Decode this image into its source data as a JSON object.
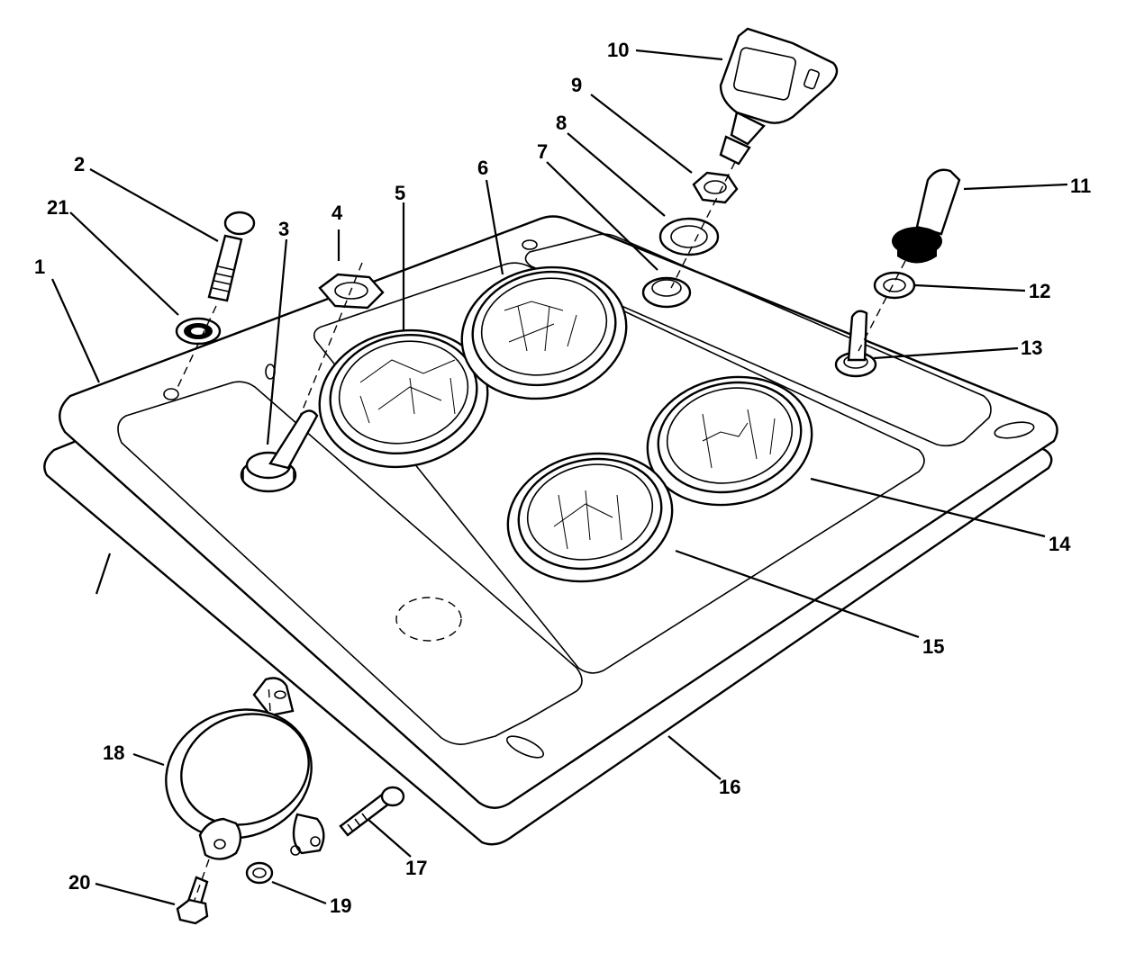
{
  "diagram": {
    "callouts": [
      {
        "id": "c1",
        "label": "1"
      },
      {
        "id": "c2",
        "label": "2"
      },
      {
        "id": "c3",
        "label": "3"
      },
      {
        "id": "c4",
        "label": "4"
      },
      {
        "id": "c5",
        "label": "5"
      },
      {
        "id": "c6",
        "label": "6"
      },
      {
        "id": "c7",
        "label": "7"
      },
      {
        "id": "c8",
        "label": "8"
      },
      {
        "id": "c9",
        "label": "9"
      },
      {
        "id": "c10",
        "label": "10"
      },
      {
        "id": "c11",
        "label": "11"
      },
      {
        "id": "c12",
        "label": "12"
      },
      {
        "id": "c13",
        "label": "13"
      },
      {
        "id": "c14",
        "label": "14"
      },
      {
        "id": "c15",
        "label": "15"
      },
      {
        "id": "c16",
        "label": "16"
      },
      {
        "id": "c17",
        "label": "17"
      },
      {
        "id": "c18",
        "label": "18"
      },
      {
        "id": "c19",
        "label": "19"
      },
      {
        "id": "c20",
        "label": "20"
      },
      {
        "id": "c21",
        "label": "21"
      }
    ],
    "colors": {
      "ink": "#000000",
      "paper": "#ffffff"
    }
  }
}
